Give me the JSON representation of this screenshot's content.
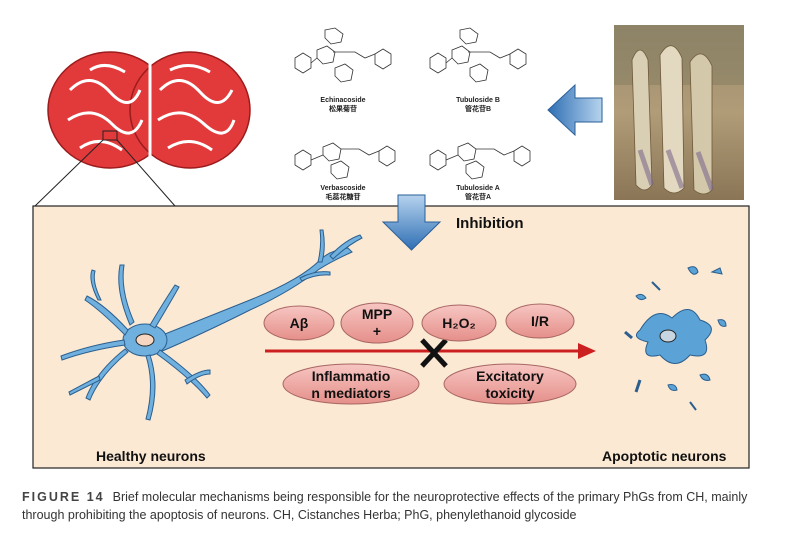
{
  "molecules": [
    {
      "name": "Echinacoside",
      "name_cn": "松果菊苷"
    },
    {
      "name": "Tubuloside B",
      "name_cn": "管花苷B"
    },
    {
      "name": "Verbascoside",
      "name_cn": "毛蕊花糖苷"
    },
    {
      "name": "Tubuloside A",
      "name_cn": "管花苷A"
    }
  ],
  "inhibition_label": "Inhibition",
  "factors": {
    "abeta": "Aβ",
    "mpp": "MPP\n+",
    "h2o2": "H₂O₂",
    "ir": "I/R",
    "inflammation": "Inflammatio\nn mediators",
    "excitatory": "Excitatory\ntoxicity"
  },
  "healthy_label": "Healthy neurons",
  "apoptotic_label": "Apoptotic neurons",
  "caption": {
    "figure_number": "FIGURE 14",
    "text": "Brief molecular mechanisms being responsible for the neuroprotective effects of the primary PhGs from CH, mainly through prohibiting the apoptosis of neurons. CH, Cistanches Herba; PhG, phenylethanoid glycoside"
  },
  "colors": {
    "panel_bg": "#fbe9d4",
    "brain": "#e2393b",
    "neuron": "#5ba3d6",
    "arrow_blue": "#3a7fc1",
    "red_arrow": "#cc1f1f",
    "pill": "#f0a9a5"
  }
}
